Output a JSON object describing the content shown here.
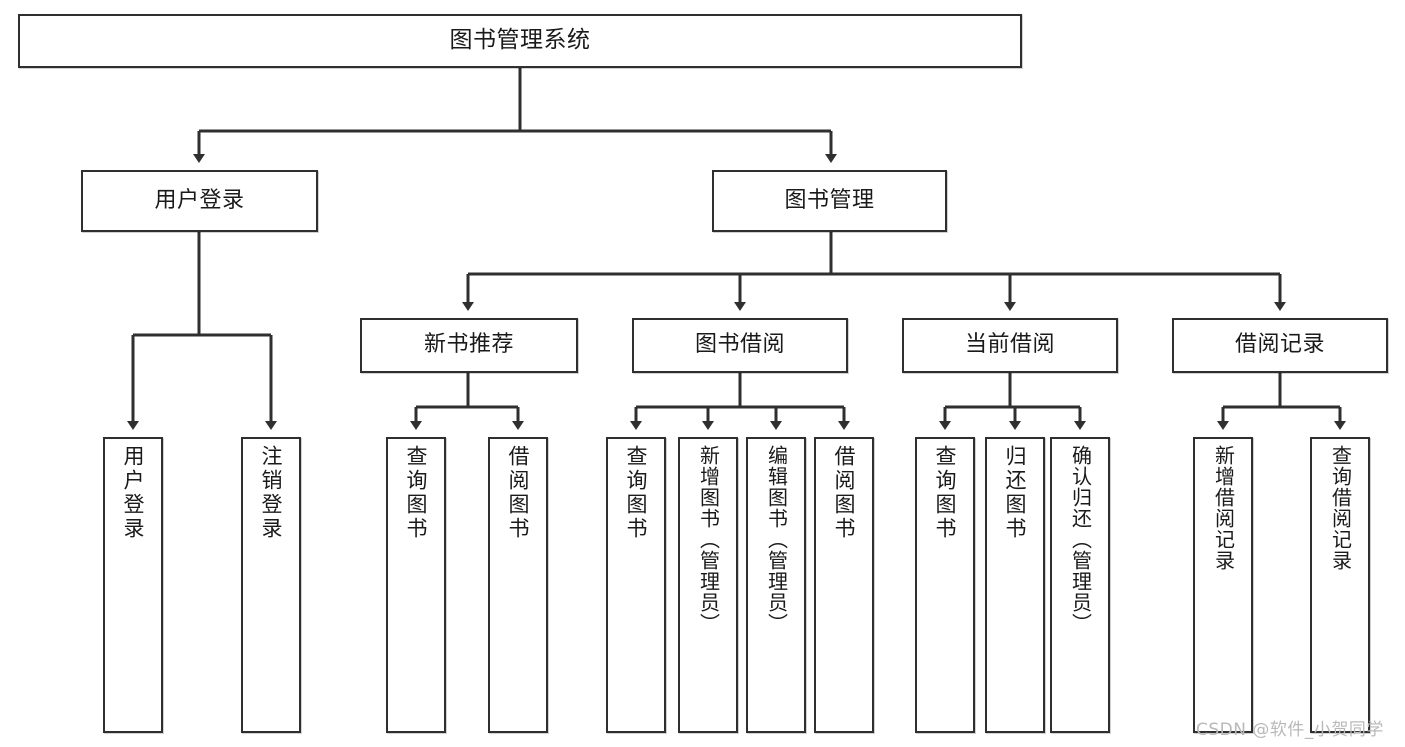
{
  "diagram": {
    "title": "图书管理系统",
    "type": "tree-hierarchy",
    "colors": {
      "box_border": "#2f2f2f",
      "box_fill": "#ffffff",
      "connector": "#2f2f2f",
      "text": "#1a1a1a",
      "watermark": "#b9b9b9",
      "background": "#ffffff"
    }
  },
  "root": {
    "label": "图书管理系统"
  },
  "level2": [
    {
      "label": "用户登录"
    },
    {
      "label": "图书管理"
    }
  ],
  "level3": [
    {
      "label": "新书推荐"
    },
    {
      "label": "图书借阅"
    },
    {
      "label": "当前借阅"
    },
    {
      "label": "借阅记录"
    }
  ],
  "leaves": {
    "user_login": [
      {
        "label": "用户登录"
      },
      {
        "label": "注销登录"
      }
    ],
    "new_book_recommend": [
      {
        "label": "查询图书"
      },
      {
        "label": "借阅图书"
      }
    ],
    "book_borrow": [
      {
        "label": "查询图书"
      },
      {
        "label": "新增图书（管理员）"
      },
      {
        "label": "编辑图书（管理员）"
      },
      {
        "label": "借阅图书"
      }
    ],
    "current_borrow": [
      {
        "label": "查询图书"
      },
      {
        "label": "归还图书"
      },
      {
        "label": "确认归还（管理员）"
      }
    ],
    "borrow_record": [
      {
        "label": "新增借阅记录"
      },
      {
        "label": "查询借阅记录"
      }
    ]
  },
  "watermark": {
    "text": "CSDN @软件_小贺同学"
  }
}
